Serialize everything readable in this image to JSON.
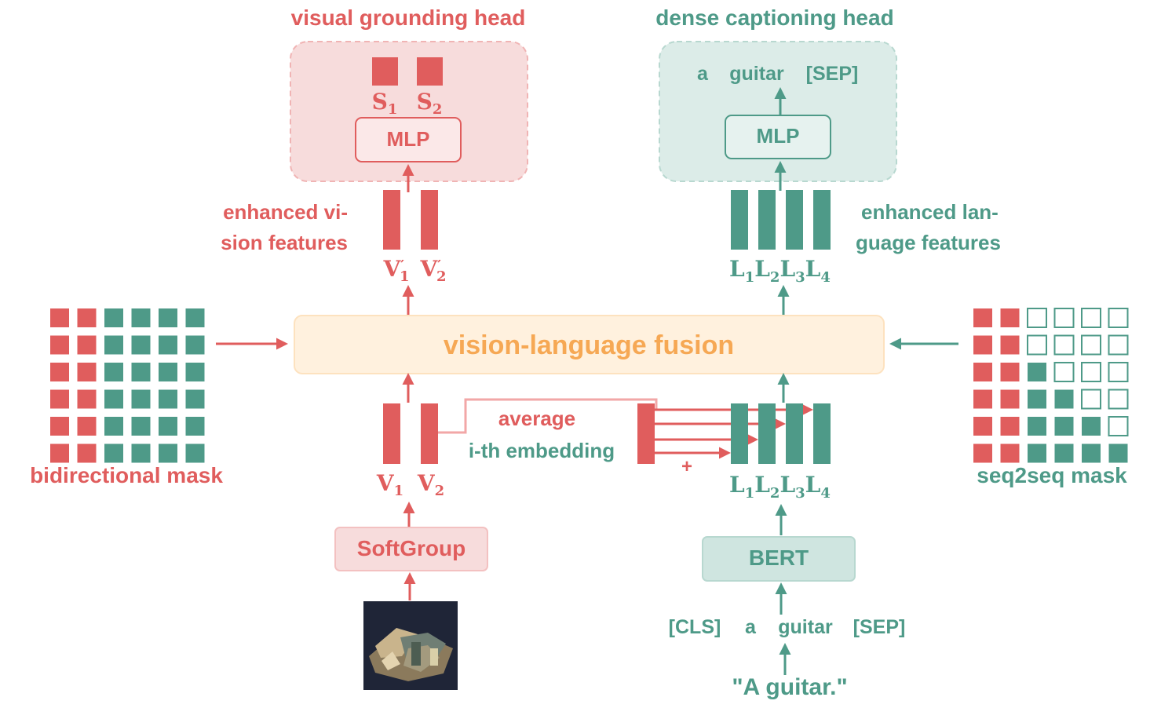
{
  "colors": {
    "red": "#e05d5d",
    "red_light": "#f7dcdc",
    "teal": "#4e9a88",
    "teal_light": "#dcece8",
    "fusion_fill": "#fff1de",
    "fusion_text": "#f6a854",
    "scene_dark": "#1f2537"
  },
  "heads": {
    "visual_title": "visual grounding head",
    "dense_title": "dense captioning head",
    "visual_mlp": "MLP",
    "dense_mlp": "MLP",
    "score_1": "S",
    "score_1_sub": "1",
    "score_2": "S",
    "score_2_sub": "2",
    "caption_tokens": [
      "a",
      "guitar",
      "[SEP]"
    ]
  },
  "features": {
    "enhanced_vision_label_line1": "enhanced vi-",
    "enhanced_vision_label_line2": "sion features",
    "enhanced_language_label_line1": "enhanced lan-",
    "enhanced_language_label_line2": "guage features",
    "enh_v": [
      {
        "base": "V",
        "prime": "′",
        "sub": "1"
      },
      {
        "base": "V",
        "prime": "′",
        "sub": "2"
      }
    ],
    "enh_l": [
      {
        "base": "L",
        "sub": "1"
      },
      {
        "base": "L",
        "sub": "2"
      },
      {
        "base": "L",
        "sub": "3"
      },
      {
        "base": "L",
        "sub": "4"
      }
    ],
    "v": [
      {
        "base": "V",
        "sub": "1"
      },
      {
        "base": "V",
        "sub": "2"
      }
    ],
    "l": [
      {
        "base": "L",
        "sub": "1"
      },
      {
        "base": "L",
        "sub": "2"
      },
      {
        "base": "L",
        "sub": "3"
      },
      {
        "base": "L",
        "sub": "4"
      }
    ]
  },
  "fusion": {
    "label": "vision-language fusion"
  },
  "middle": {
    "average_label": "average",
    "embedding_label": "i-th embedding",
    "plus": "+"
  },
  "masks": {
    "bidirectional_label": "bidirectional mask",
    "seq2seq_label": "seq2seq mask"
  },
  "inputs": {
    "softgroup": "SoftGroup",
    "bert": "BERT",
    "tokens": [
      "[CLS]",
      "a",
      "guitar",
      "[SEP]"
    ],
    "sentence": "\"A guitar.\""
  }
}
